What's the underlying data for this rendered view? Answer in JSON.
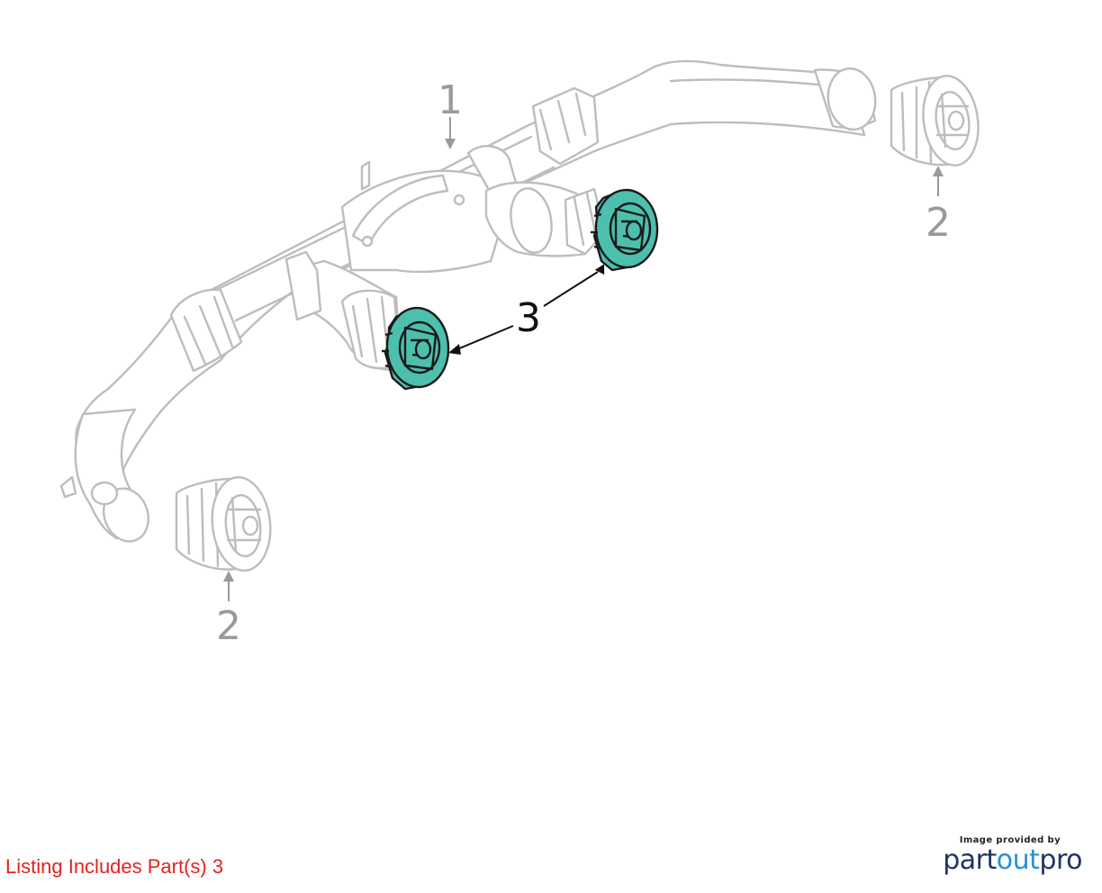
{
  "callouts": {
    "part1": "1",
    "part2_right": "2",
    "part2_left": "2",
    "part3": "3"
  },
  "listing_note": "Listing Includes Part(s) 3",
  "brand": {
    "caption": "Image provided by",
    "logo_part1": "part",
    "logo_part2": "out",
    "logo_part3": "pro"
  },
  "colors": {
    "line_art": "#bdbdbd",
    "callout_gray": "#9a9a9a",
    "highlight_fill": "#4dbfad",
    "highlight_stroke": "#1a1a1a",
    "listing_red": "#e8211d",
    "brand_navy": "#1f3464",
    "brand_blue": "#2a8fd6"
  }
}
